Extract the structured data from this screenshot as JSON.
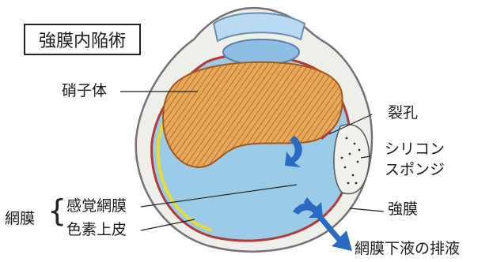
{
  "title": "強膜内陥術",
  "labels": {
    "vitreous": "硝子体",
    "tear": "裂孔",
    "sponge_line1": "シリコン",
    "sponge_line2": "スポンジ",
    "sclera": "強膜",
    "retina": "網膜",
    "sensory_retina": "感覚網膜",
    "rpe": "色素上皮",
    "drainage": "網膜下液の排液"
  },
  "colors": {
    "vitreous_fill": "#e7a85a",
    "vitreous_stroke": "#a25a1c",
    "eye_inner": "#9ccbe8",
    "cornea": "#b9daf0",
    "sclera_outer": "#8a7a88",
    "choroid": "#b23a3a",
    "retina": "#e6d93a",
    "arrow": "#2a6ac2",
    "sponge": "#f2f2ec"
  }
}
